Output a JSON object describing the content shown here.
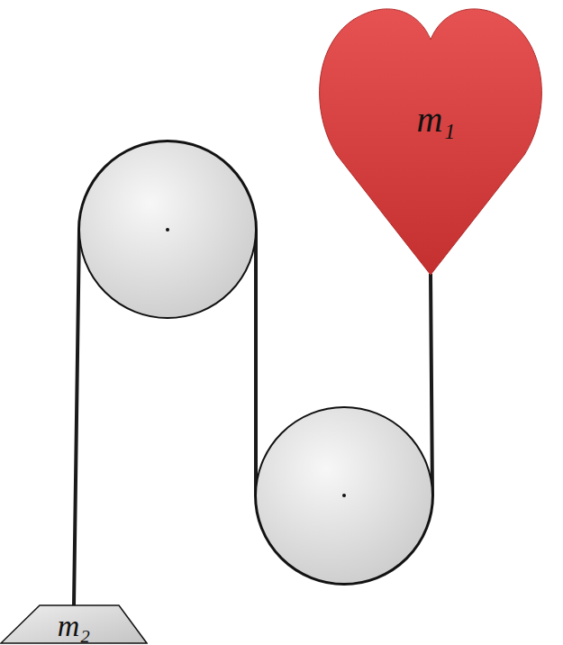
{
  "diagram": {
    "nodes": [
      {
        "text": [
          "m₁"
        ]
      },
      {
        "text": [
          "m₂"
        ]
      }
    ],
    "edges": [
      {
        "from": 1,
        "to": 0,
        "arrow": "none"
      }
    ]
  }
}
